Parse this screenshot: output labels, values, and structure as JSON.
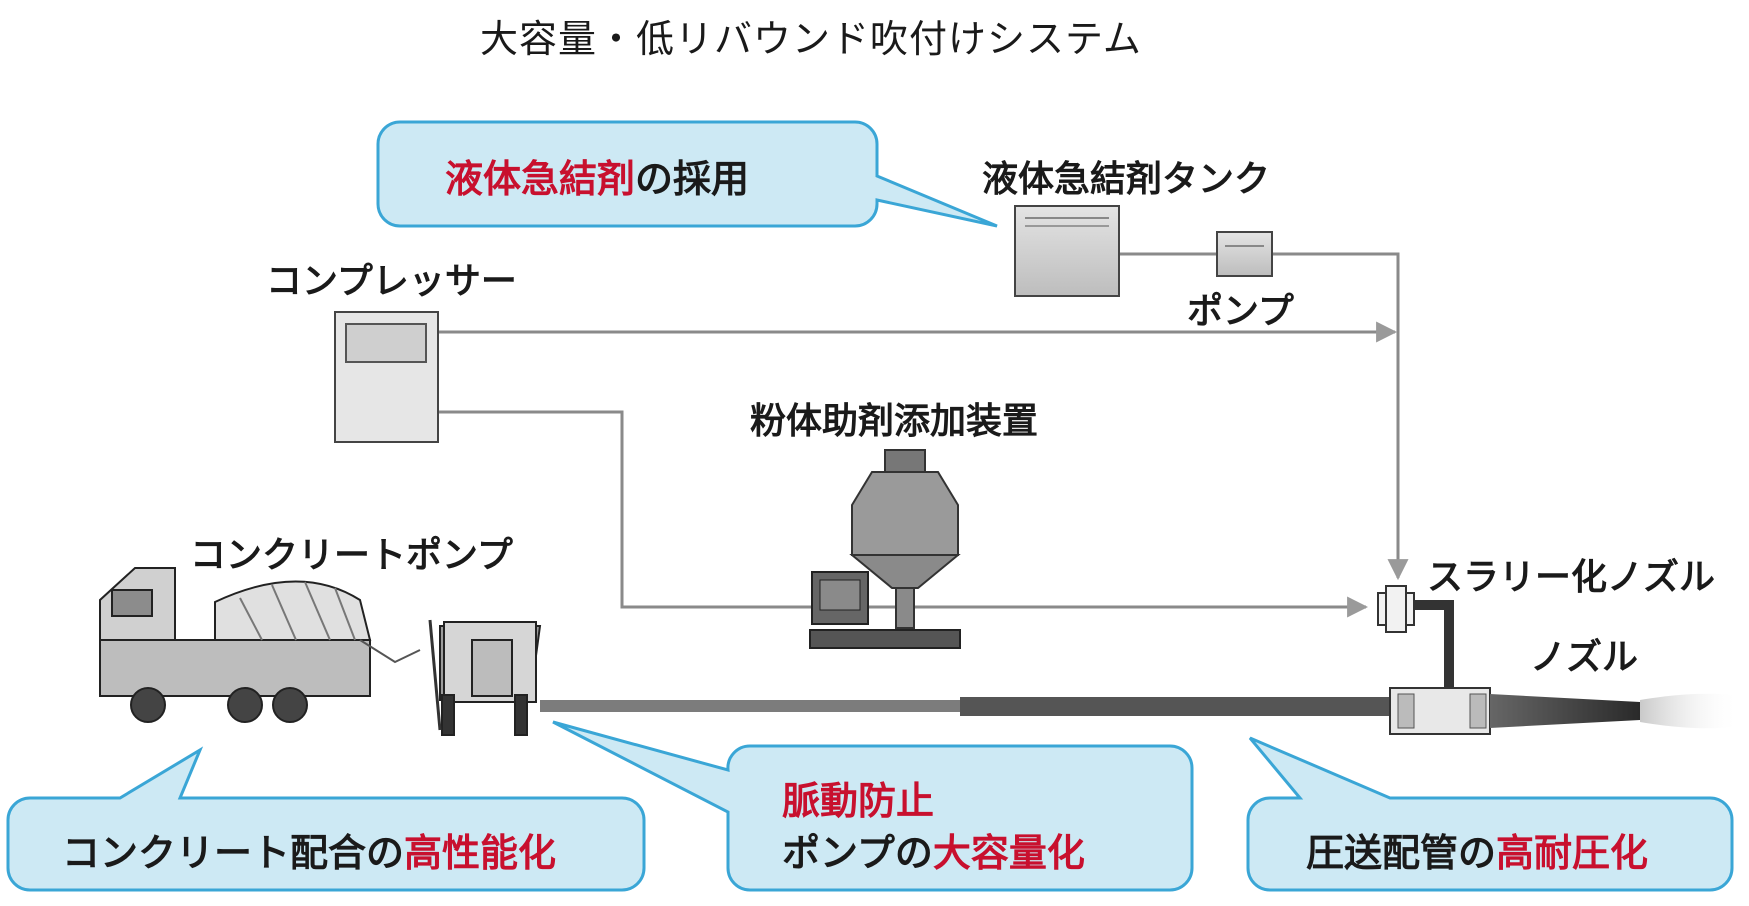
{
  "title": "大容量・低リバウンド吹付けシステム",
  "labels": {
    "liquid_tank": "液体急結剤タンク",
    "pump": "ポンプ",
    "compressor": "コンプレッサー",
    "powder": "粉体助剤添加装置",
    "concrete_pump": "コンクリートポンプ",
    "slurry_nozzle": "スラリー化ノズル",
    "nozzle": "ノズル"
  },
  "callouts": {
    "liquid": {
      "highlight": "液体急結剤",
      "rest": "の採用"
    },
    "mix": {
      "text": "コンクリート配合の",
      "highlight": "高性能化"
    },
    "pulsation": {
      "line1": "脈動防止",
      "line2_text": "ポンプの",
      "line2_highlight": "大容量化"
    },
    "pipe": {
      "text": "圧送配管の",
      "highlight": "高耐圧化"
    }
  },
  "colors": {
    "callout_fill": "#cde9f4",
    "callout_stroke": "#3aa6d6",
    "highlight": "#c8102e",
    "line": "#8a8a8a"
  }
}
